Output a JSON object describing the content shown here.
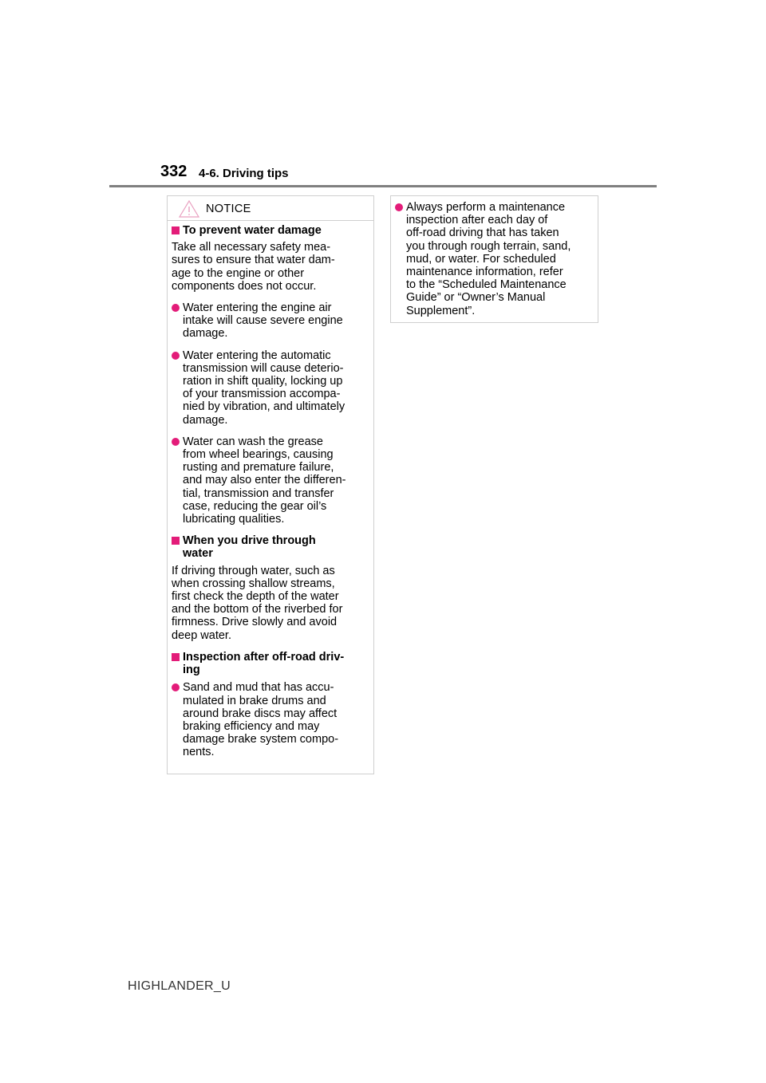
{
  "header": {
    "page_number": "332",
    "section": "4-6. Driving tips"
  },
  "notice": {
    "label": "NOTICE",
    "icon": "warning-triangle-icon"
  },
  "left_column": {
    "heading1": "To prevent water damage",
    "para1": [
      "Take all necessary safety mea-",
      "sures to ensure that water dam-",
      "age to the engine or other",
      "components does not occur."
    ],
    "bullet1": [
      "Water entering the engine air",
      "intake will cause severe engine",
      "damage."
    ],
    "bullet2": [
      "Water entering the automatic",
      "transmission will cause deterio-",
      "ration in shift quality, locking up",
      "of your transmission accompa-",
      "nied by vibration, and ultimately",
      "damage."
    ],
    "bullet3": [
      "Water can wash the grease",
      "from wheel bearings, causing",
      "rusting and premature failure,",
      "and may also enter the differen-",
      "tial, transmission and transfer",
      "case, reducing the gear oil’s",
      "lubricating qualities."
    ],
    "heading2": [
      "When you drive through",
      "water"
    ],
    "para2": [
      "If driving through water, such as",
      "when crossing shallow streams,",
      "first check the depth of the water",
      "and the bottom of the riverbed for",
      "firmness. Drive slowly and avoid",
      "deep water."
    ],
    "heading3": [
      "Inspection after off-road driv-",
      "ing"
    ],
    "bullet4": [
      "Sand and mud that has accu-",
      "mulated in brake drums and",
      "around brake discs may affect",
      "braking efficiency and may",
      "damage brake system compo-",
      "nents."
    ]
  },
  "right_column": {
    "bullet1": [
      "Always perform a maintenance",
      "inspection after each day of",
      "off-road driving that has taken",
      "you through rough terrain, sand,",
      "mud, or water. For scheduled",
      "maintenance information, refer",
      "to the “Scheduled Maintenance",
      "Guide” or “Owner’s Manual",
      "Supplement”."
    ]
  },
  "footer": {
    "model": "HIGHLANDER_U"
  },
  "colors": {
    "accent": "#e31c79",
    "rule": "#7f7f7f",
    "border": "#cfcfcf"
  }
}
